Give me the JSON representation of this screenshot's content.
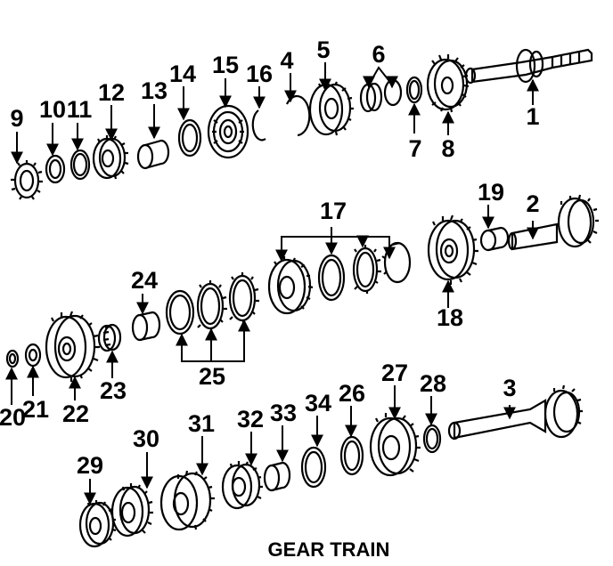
{
  "title": "GEAR TRAIN",
  "callouts": [
    "1",
    "2",
    "3",
    "4",
    "5",
    "6",
    "7",
    "8",
    "9",
    "10",
    "11",
    "12",
    "13",
    "14",
    "15",
    "16",
    "17",
    "18",
    "19",
    "20",
    "21",
    "22",
    "23",
    "24",
    "25",
    "26",
    "27",
    "28",
    "29",
    "30",
    "31",
    "32",
    "33",
    "34"
  ],
  "colors": {
    "ink": "#000000",
    "background": "#ffffff"
  }
}
